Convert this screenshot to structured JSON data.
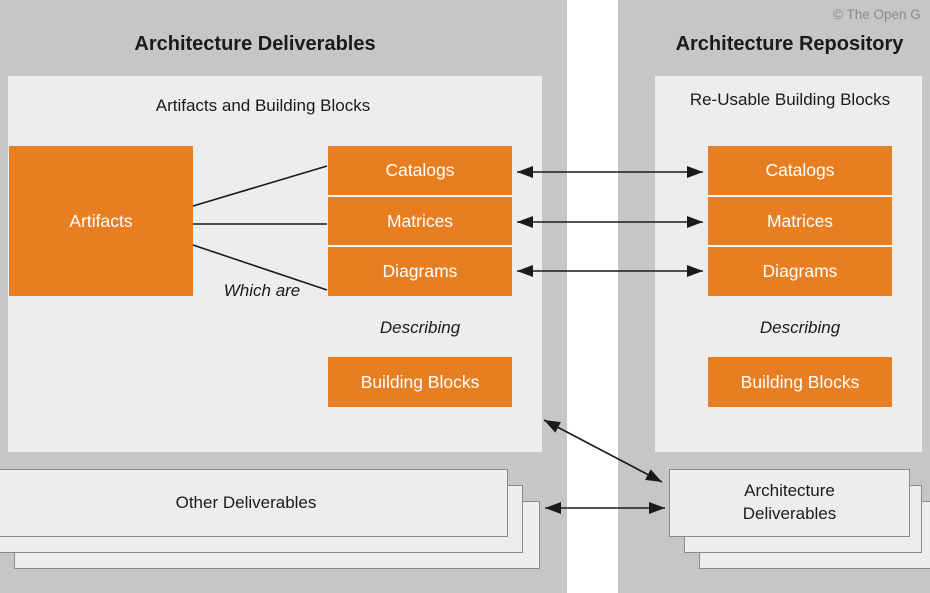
{
  "copyright": "© The Open G",
  "left_panel": {
    "title": "Architecture Deliverables",
    "inner_title": "Artifacts and Building Blocks",
    "artifacts_label": "Artifacts",
    "stack": [
      "Catalogs",
      "Matrices",
      "Diagrams"
    ],
    "which_are_label": "Which are",
    "describing_label": "Describing",
    "building_blocks_label": "Building Blocks",
    "other_deliverables_label": "Other Deliverables"
  },
  "right_panel": {
    "title": "Architecture Repository",
    "inner_title": "Re-Usable Building Blocks",
    "stack": [
      "Catalogs",
      "Matrices",
      "Diagrams"
    ],
    "describing_label": "Describing",
    "building_blocks_label": "Building Blocks",
    "architecture_deliverables_label": "Architecture Deliverables"
  },
  "colors": {
    "box_orange": "#e87e22",
    "panel_gray": "#c6c7c5",
    "inner_panel_gray": "#edeeec",
    "sheet_border_gray": "#8a8c8a",
    "arrow_black": "#1a1a1a",
    "copyright_gray": "#8b8c8a"
  }
}
